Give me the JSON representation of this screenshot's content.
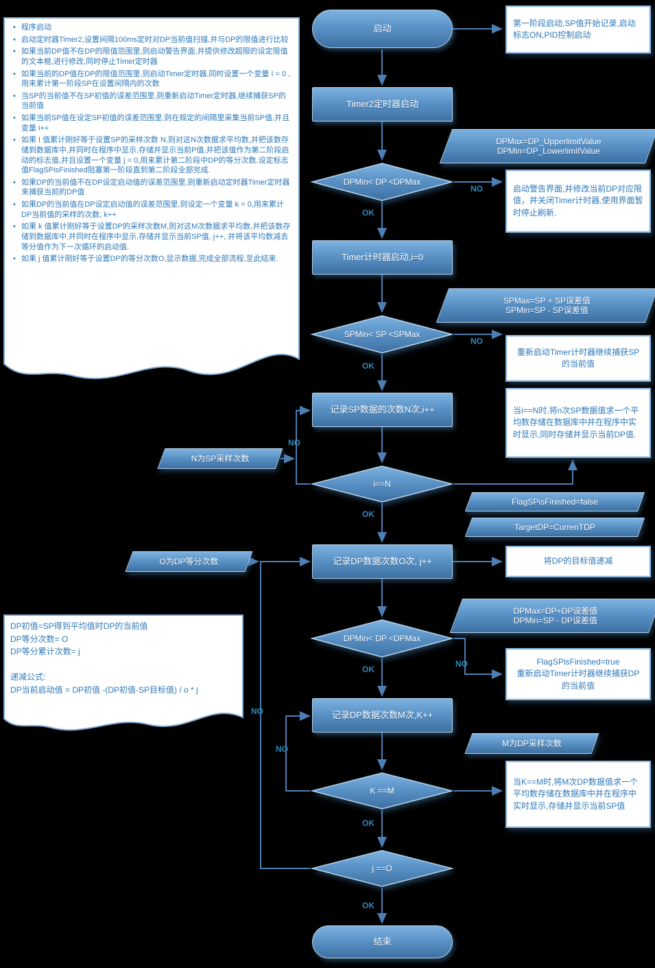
{
  "background": "#000000",
  "labels": {
    "ok": "OK",
    "no": "NO"
  },
  "callout_program": {
    "items": [
      "程序启动",
      "启动定时器Timer2,设置间隔100ms定时对DP当前值扫描,并与DP的限值进行比较",
      "如果当前DP值不在DP的限值范围里,则启动警告界面,并提供修改超限的设定限值的文本框,进行修改,同时停止Timer定时器",
      "如果当前的DP值在DP的限值范围里,则启动Timer定时器,同时设置一个变量 I = 0 ,用来累计第一阶段SP在设置间隔内的次数",
      "当SP的当前值不在SP初值的误差范围里,则重新启动Timer定时器,继续捕获SP的当前值",
      "如果当前SP值在设定SP初值的误差范围里,则在规定的间隔里采集当前SP值,并且变量 i++",
      "如果 I 值累计刚好等于设置SP的采样次数 N,则对这N次数据求平均数,并把该数存储到数据库中,并同时在程序中显示,存储并显示当前P值,并把该值作为第二阶段启动的标志值,并且设置一个变量 j = 0,用来累计第二阶段中DP的等分次数,设定标志值FlagSPisFinished阻塞第一阶段直到第二阶段全部完成.",
      "如果DP的当前值不在DP设定启动值的误差范围里,则重新启动定时器Timer定时器来捕获当前的DP值",
      "如果DP的当前值在DP设定启动值的误差范围里,则设定一个变量 k = 0,用来累计DP当前值的采样的次数, k++",
      "如果 k 值累计刚好等于设置DP的采样次数M,则对这M次数据求平均数,并把该数存储到数据库中,并同时在程序中显示,存储并显示当前SP值, j++, 并将该平均数减去等分值作为下一次循环的启动值.",
      "如果 j 值累计刚好等于设置DP的等分次数O,显示数据,完成全部流程,至此结束."
    ]
  },
  "callout_formula": {
    "text": "DP初值=SP得到平均值时DP的当前值\nDP等分次数= O\nDP等分累计次数= j\n\n递减公式:\nDP当前启动值 = DP初值 -(DP初值-SP目标值) / o * j"
  },
  "nodes": {
    "start": "启动",
    "timer2": "Timer2定时器启动",
    "dp_limit_check": "DPMin< DP <DPMax",
    "timer_start": "Timer计时器启动,i=0",
    "sp_check": "SPMin< SP <SPMax",
    "record_sp": "记录SP数据的次数N次,i++",
    "i_eq_n": "i==N",
    "record_dp_o": "记录DP数据次数O次, j++",
    "dp_check2": "DPMin< DP <DPMax",
    "record_dp_m": "记录DP数据次数M次,K++",
    "k_eq_m": "K ==M",
    "j_eq_o": "j ==O",
    "end": "结束"
  },
  "data_shapes": {
    "dp_limits_line1": "DPMax=DP_UpperlimitValue",
    "dp_limits_line2": "DPMin=DP_LowerlimitValue",
    "sp_limits_line1": "SPMax=SP + SP误差值",
    "sp_limits_line2": "SPMin=SP - SP误差值",
    "n_samples": "N为SP采样次数",
    "flag_false": "FlagSPisFinished=false",
    "target_dp": "TargetDP=CurrenTDP",
    "o_divisions": "O为DP等分次数",
    "dp_limits2_line1": "DPMax=DP+DP误差值",
    "dp_limits2_line2": "DPMin=SP - DP误差值",
    "m_samples": "M为DP采样次数"
  },
  "notes": {
    "stage1": "第一阶段启动,SP值开始记录,启动标志ON,PID控制启动",
    "dp_warning": "启动警告界面,并修改当前DP对应限值，并关闭Timer计时器,使用界面暂时停止刷新.",
    "sp_recapture": "重新启动Timer计时器继续捕获SP的当前值",
    "sp_average": "当i==N时,将n次SP数据值求一个平均数存储在数据库中并在程序中实时显示,同时存储并显示当前DP值.",
    "dp_target": "将DP的目标值递减",
    "dp_recapture": "FlagSPisFinished=true\n重新启动Timer计时器继续捕获DP的当前值",
    "dp_average": "当K==M时,将M次DP数据值求一个平均数存储在数据库中并在程序中实时显示,存储并显示当前SP值"
  },
  "colors": {
    "shape_fill": "#4f81bd",
    "shape_border": "#b9d5ec",
    "note_border": "#8fb6dc",
    "note_text": "#2e78b8",
    "arrow": "#4d7fb5",
    "background": "#000000"
  }
}
